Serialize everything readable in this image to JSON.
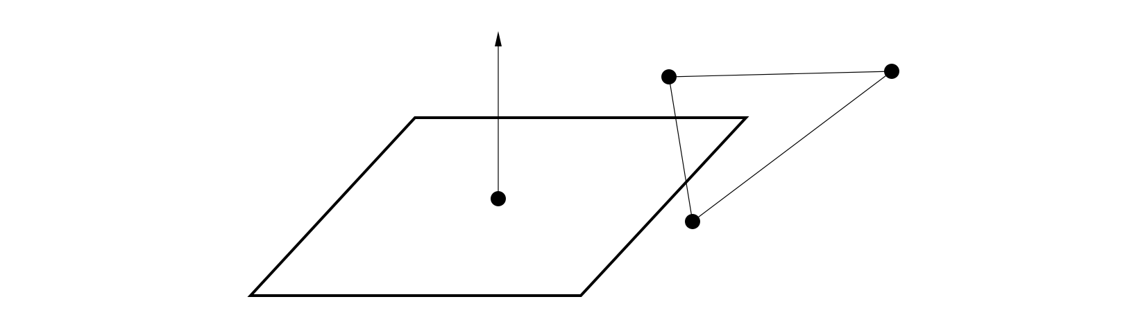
{
  "diagram": {
    "background": "#ffffff",
    "stroke_color": "#000000",
    "shapes": {
      "plane": "parallelogram",
      "normal_vector": "arrow",
      "plane_point": "filled-dot",
      "triangle_vertices": 3,
      "triangle_edges": 3
    },
    "text_labels": []
  }
}
